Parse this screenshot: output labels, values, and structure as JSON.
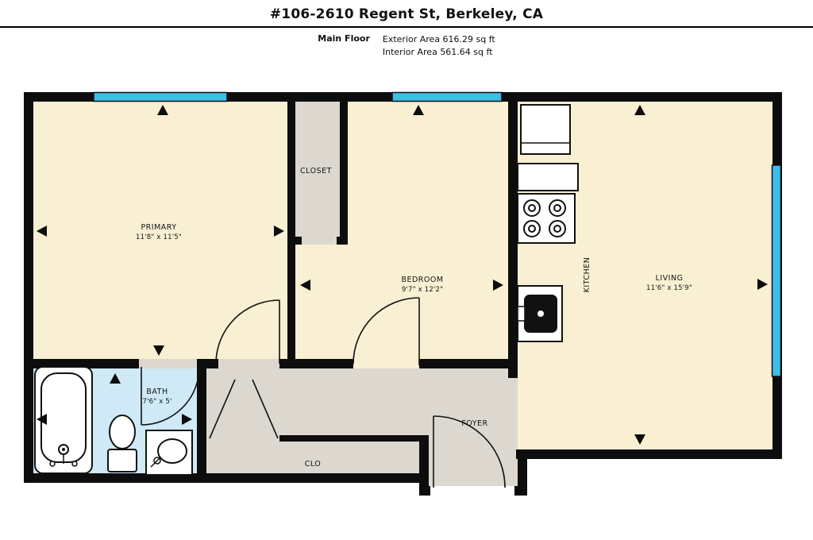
{
  "header": {
    "title": "#106-2610 Regent St, Berkeley, CA",
    "floor_label": "Main Floor",
    "exterior_area": "Exterior Area 616.29 sq ft",
    "interior_area": "Interior Area 561.64 sq ft"
  },
  "rooms": {
    "primary": {
      "name": "PRIMARY",
      "dims": "11'8\" x 11'5\""
    },
    "closet": {
      "name": "CLOSET"
    },
    "bedroom": {
      "name": "BEDROOM",
      "dims": "9'7\" x 12'2\""
    },
    "kitchen": {
      "name": "KITCHEN"
    },
    "living": {
      "name": "LIVING",
      "dims": "11'6\" x 15'9\""
    },
    "bath": {
      "name": "BATH",
      "dims": "7'6\" x 5'"
    },
    "foyer": {
      "name": "FOYER"
    },
    "clo": {
      "name": "CLO"
    }
  },
  "colors": {
    "wall": "#0d0d0d",
    "floor": "#f9efd2",
    "utility": "#dcd8cf",
    "bath": "#cfe9f6",
    "window": "#3fbde9",
    "fixture": "#ffffff"
  }
}
